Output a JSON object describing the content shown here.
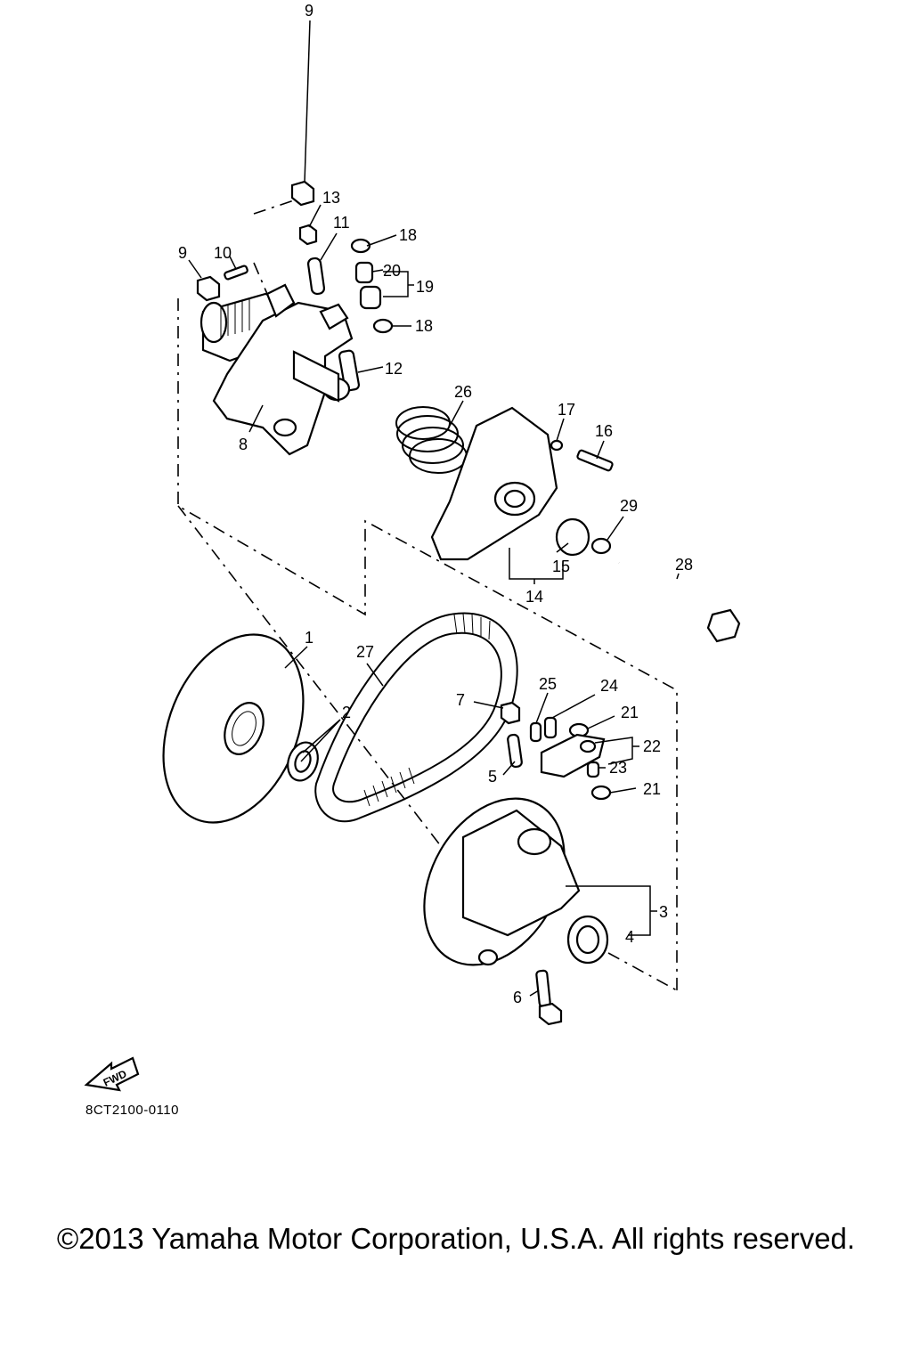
{
  "diagram": {
    "callouts": [
      "1",
      "2",
      "3",
      "4",
      "5",
      "6",
      "7",
      "8",
      "9",
      "9",
      "10",
      "11",
      "12",
      "13",
      "14",
      "15",
      "16",
      "17",
      "18",
      "18",
      "19",
      "20",
      "21",
      "21",
      "22",
      "23",
      "24",
      "25",
      "26",
      "27",
      "28",
      "29"
    ],
    "fwd_label": "FWD",
    "diagram_code": "8CT2100-0110"
  },
  "footer": {
    "copyright": "©2013 Yamaha Motor Corporation, U.S.A. All rights reserved."
  }
}
